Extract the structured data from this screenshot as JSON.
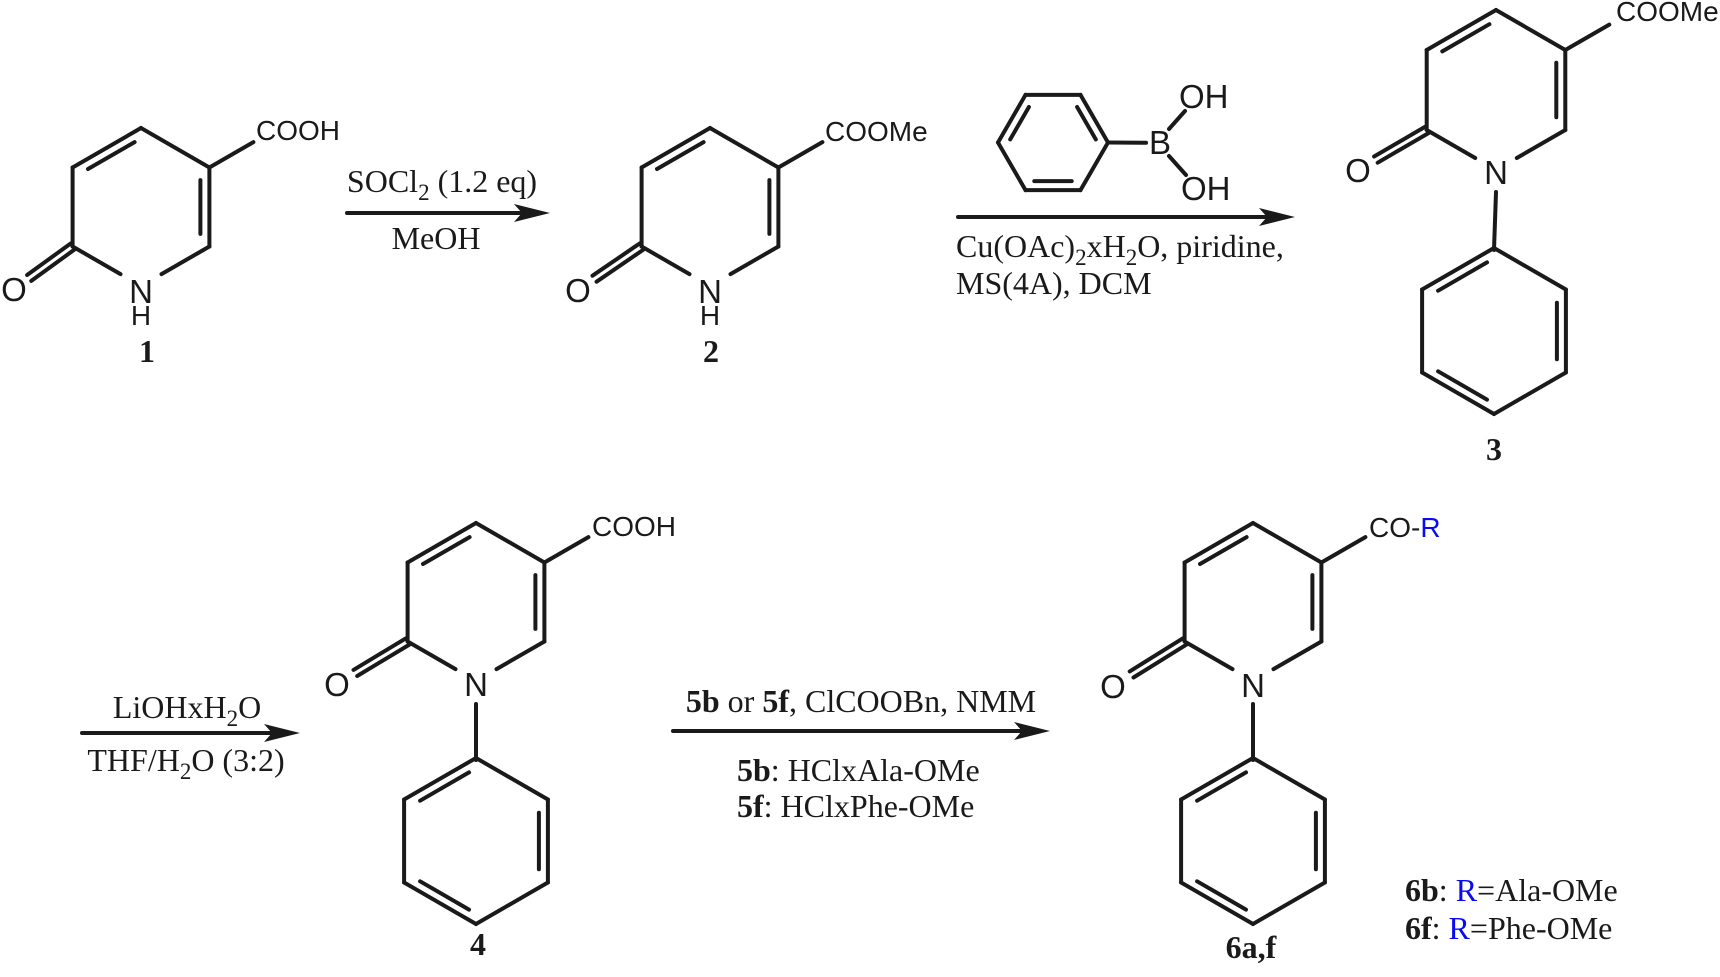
{
  "colors": {
    "ink": "#1a1a1a",
    "blue": "#0a0af0"
  },
  "compounds": {
    "c1": {
      "substituent": "COOH",
      "o": "O",
      "n": "N",
      "h": "H",
      "number": "1"
    },
    "c2": {
      "substituent": "COOMe",
      "o": "O",
      "n": "N",
      "h": "H",
      "number": "2"
    },
    "c3": {
      "substituent": "COOMe",
      "o": "O",
      "n": "N",
      "number": "3"
    },
    "c4": {
      "substituent": "COOH",
      "o": "O",
      "n": "N",
      "number": "4"
    },
    "c6": {
      "prefix": "CO-",
      "r": "R",
      "o": "O",
      "n": "N",
      "number": "6a,f"
    }
  },
  "boronic": {
    "b": "B",
    "oh_top": "OH",
    "oh_bottom": "OH"
  },
  "step1": {
    "above_main": "SOCl",
    "above_sub": "2",
    "above_rest": " (1.2 eq)",
    "below": "MeOH"
  },
  "step2": {
    "l1a": "Cu(OAc)",
    "l1s1": "2",
    "l1b": "xH",
    "l1s2": "2",
    "l1c": "O, piridine,",
    "l2": "MS(4A), DCM"
  },
  "step3": {
    "above_a": "LiOHxH",
    "above_s": "2",
    "above_b": "O",
    "below_a": "THF/H",
    "below_s": "2",
    "below_b": "O (3:2)"
  },
  "step4": {
    "above_b1": "5b",
    "above_or": " or ",
    "above_b2": "5f",
    "above_rest": ", ClCOOBn, NMM",
    "below1_b": "5b",
    "below1_rest": ": HClxAla-OMe",
    "below2_b": "5f",
    "below2_rest": ": HClxPhe-OMe"
  },
  "legend": {
    "e1_num": "6b",
    "e1_sep": ": ",
    "e1_r": "R",
    "e1_rest": "=Ala-OMe",
    "e2_num": "6f",
    "e2_sep": ": ",
    "e2_r": "R",
    "e2_rest": "=Phe-OMe"
  }
}
